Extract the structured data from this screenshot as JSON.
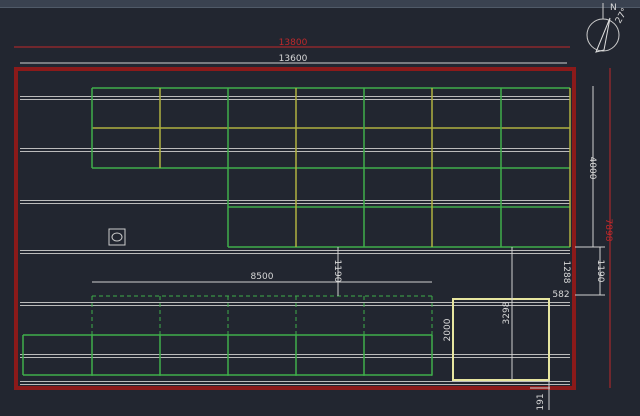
{
  "colors": {
    "background": "#222630",
    "boundary": "#8b1a1a",
    "panel_green": "#3fae4a",
    "panel_yellow": "#b8b040",
    "highlight": "#e8e6a0",
    "dimension": "#d0d0d0",
    "dimension_red": "#c0282a"
  },
  "dimensions": {
    "overall_outer": "13800",
    "overall_inner": "13600",
    "upper_array_height": "4000",
    "overall_height": "7898",
    "gap_right": "1190",
    "gap_center": "1190",
    "offset_1288": "1288",
    "offset_582": "582",
    "lower_array_width": "8500",
    "box_height": "2000",
    "box_span": "3298",
    "bottom_offset": "191"
  },
  "compass": {
    "north_label": "N",
    "angle_label": "27°"
  }
}
